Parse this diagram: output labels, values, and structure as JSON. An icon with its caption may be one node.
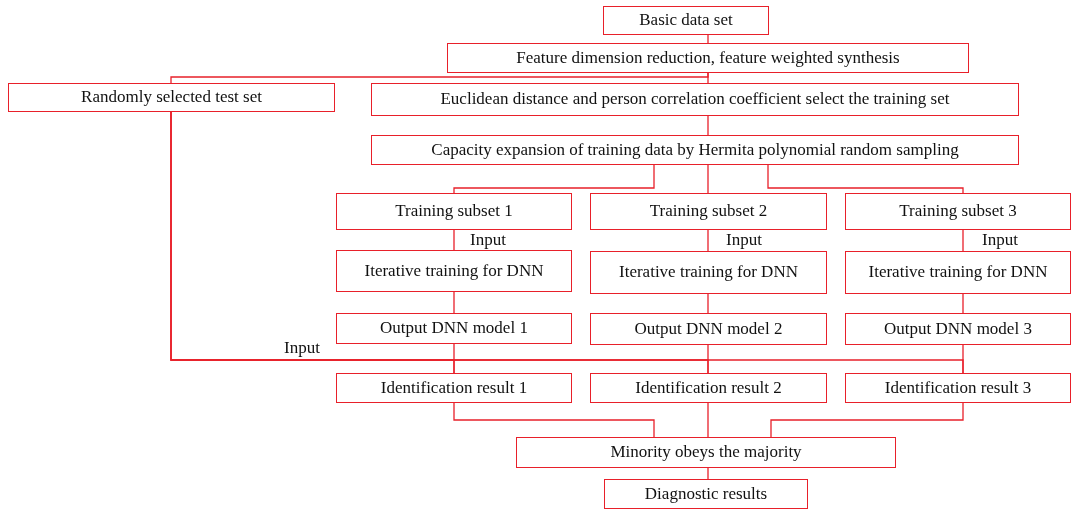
{
  "diagram": {
    "nodes": [
      {
        "text": [
          "Basic data set"
        ]
      },
      {
        "text": [
          "Feature dimension reduction, feature weighted synthesis"
        ]
      },
      {
        "text": [
          "Randomly selected test set"
        ]
      },
      {
        "text": [
          "Euclidean distance and person correlation coefficient select the training set"
        ]
      },
      {
        "text": [
          "Capacity expansion of training data by Hermita polynomial random sampling"
        ]
      },
      {
        "text": [
          "Training subset 1"
        ]
      },
      {
        "text": [
          "Training subset 2"
        ]
      },
      {
        "text": [
          "Training subset 3"
        ]
      },
      {
        "text": [
          "Iterative training for DNN"
        ]
      },
      {
        "text": [
          "Iterative training for DNN"
        ]
      },
      {
        "text": [
          "Iterative training for DNN"
        ]
      },
      {
        "text": [
          "Output DNN model 1"
        ]
      },
      {
        "text": [
          "Output DNN model 2"
        ]
      },
      {
        "text": [
          "Output DNN model 3"
        ]
      },
      {
        "text": [
          "Identification result 1"
        ]
      },
      {
        "text": [
          "Identification result 2"
        ]
      },
      {
        "text": [
          "Identification result 3"
        ]
      },
      {
        "text": [
          "Minority obeys the majority"
        ]
      },
      {
        "text": [
          "Diagnostic results"
        ]
      }
    ],
    "edges": [
      {
        "from": 0,
        "to": 1,
        "arrow": "none"
      },
      {
        "from": 1,
        "to": 2,
        "arrow": "none"
      },
      {
        "from": 1,
        "to": 3,
        "arrow": "none"
      },
      {
        "from": 3,
        "to": 4,
        "arrow": "none"
      },
      {
        "from": 4,
        "to": 5,
        "arrow": "none"
      },
      {
        "from": 4,
        "to": 6,
        "arrow": "none"
      },
      {
        "from": 4,
        "to": 7,
        "arrow": "none"
      },
      {
        "from": 5,
        "to": 8,
        "arrow": "none",
        "label": "Input"
      },
      {
        "from": 6,
        "to": 9,
        "arrow": "none",
        "label": "Input"
      },
      {
        "from": 7,
        "to": 10,
        "arrow": "none",
        "label": "Input"
      },
      {
        "from": 8,
        "to": 11,
        "arrow": "none"
      },
      {
        "from": 9,
        "to": 12,
        "arrow": "none"
      },
      {
        "from": 10,
        "to": 13,
        "arrow": "none"
      },
      {
        "from": 2,
        "to": 14,
        "arrow": "none",
        "label": "Input"
      },
      {
        "from": 2,
        "to": 15,
        "arrow": "none"
      },
      {
        "from": 2,
        "to": 16,
        "arrow": "none"
      },
      {
        "from": 11,
        "to": 14,
        "arrow": "none"
      },
      {
        "from": 12,
        "to": 15,
        "arrow": "none"
      },
      {
        "from": 13,
        "to": 16,
        "arrow": "none"
      },
      {
        "from": 14,
        "to": 17,
        "arrow": "none"
      },
      {
        "from": 15,
        "to": 17,
        "arrow": "none"
      },
      {
        "from": 16,
        "to": 17,
        "arrow": "none"
      },
      {
        "from": 17,
        "to": 18,
        "arrow": "none"
      }
    ]
  }
}
